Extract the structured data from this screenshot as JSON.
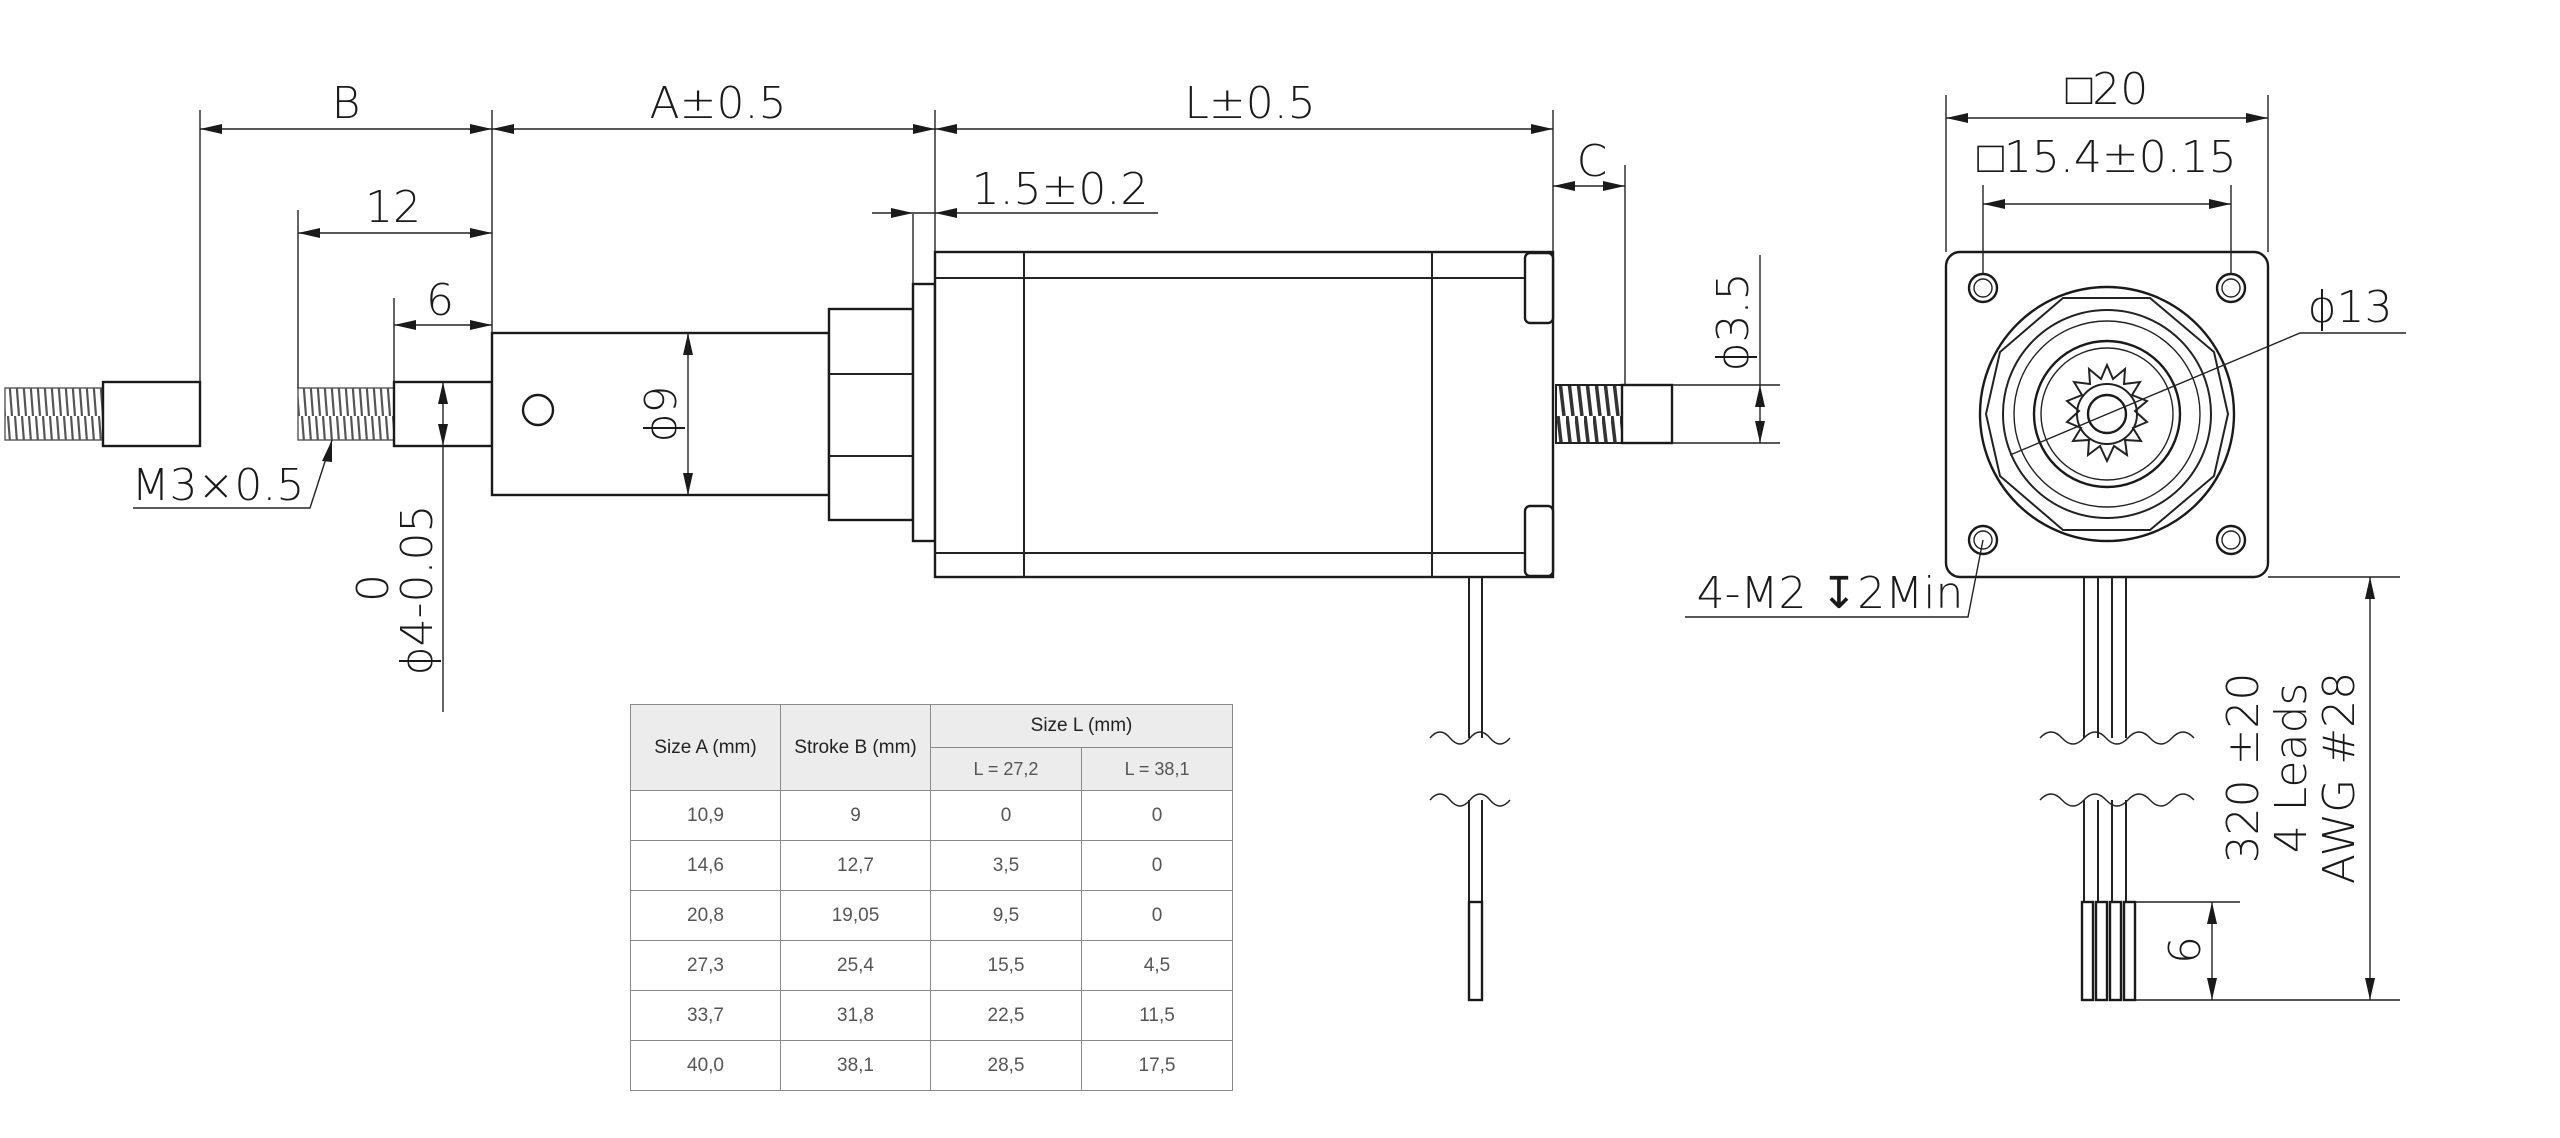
{
  "dimensions": {
    "b": "B",
    "a": "A±0.5",
    "l": "L±0.5",
    "c": "C",
    "flange_offset": "1.5±0.2",
    "d12": "12",
    "d6": "6",
    "thread": "M3×0.5",
    "shaft_dia_zero": "0",
    "shaft_dia": "ϕ4-0.05",
    "body_dia": "ϕ9",
    "rear_shaft_dia": "ϕ3.5",
    "square_20": "□20",
    "square_15": "□15.4±0.15",
    "pilot_dia": "ϕ13",
    "mount_holes": "4-M2 ↧2Min",
    "lead_length": "320 ±20",
    "lead_count": "4 Leads",
    "lead_gauge": "AWG #28",
    "strip_length": "6"
  },
  "table": {
    "headers": {
      "size_a": "Size A (mm)",
      "stroke_b": "Stroke B (mm)",
      "size_l": "Size L (mm)",
      "l1": "L = 27,2",
      "l2": "L = 38,1"
    },
    "rows": [
      [
        "10,9",
        "9",
        "0",
        "0"
      ],
      [
        "14,6",
        "12,7",
        "3,5",
        "0"
      ],
      [
        "20,8",
        "19,05",
        "9,5",
        "0"
      ],
      [
        "27,3",
        "25,4",
        "15,5",
        "4,5"
      ],
      [
        "33,7",
        "31,8",
        "22,5",
        "11,5"
      ],
      [
        "40,0",
        "38,1",
        "28,5",
        "17,5"
      ]
    ]
  }
}
